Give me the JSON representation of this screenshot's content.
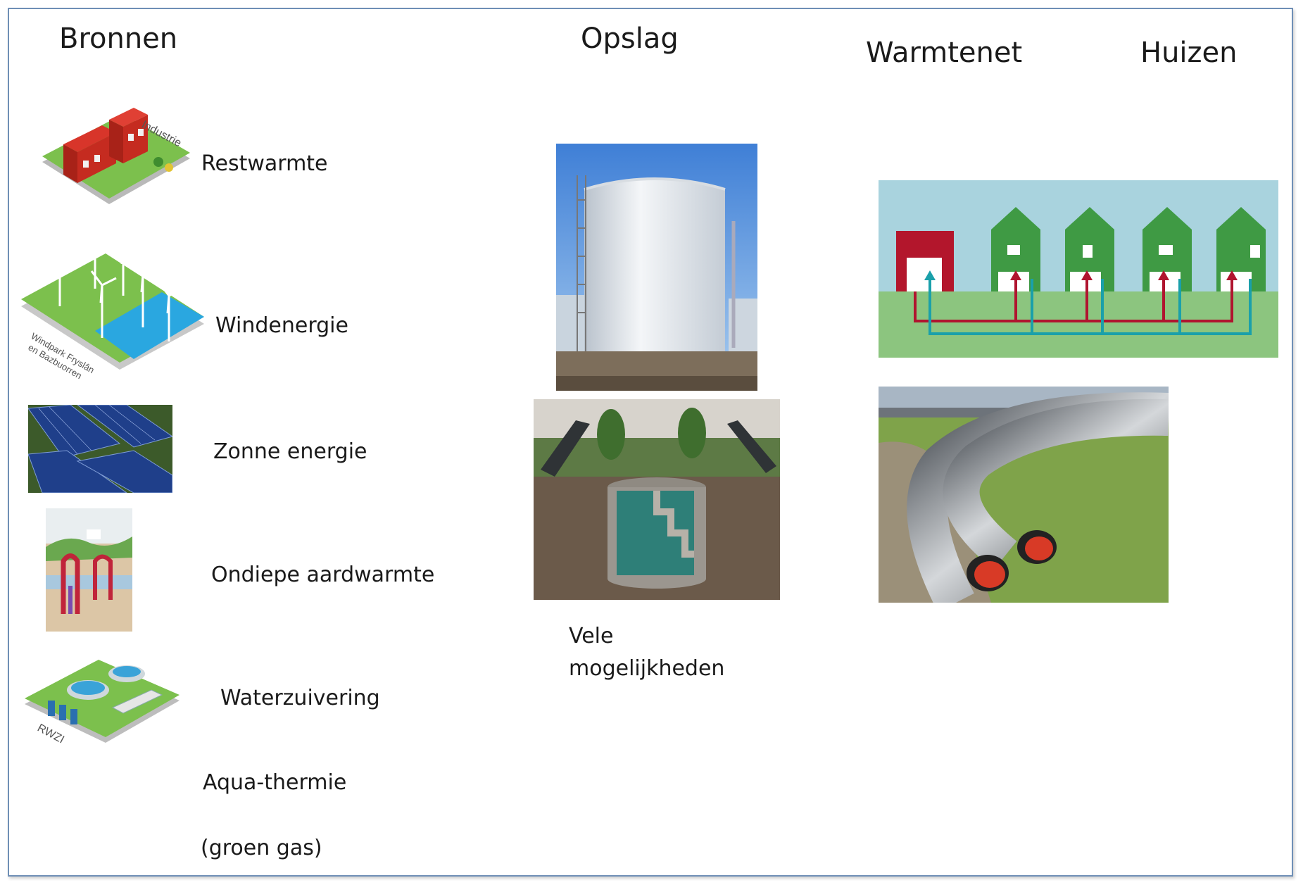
{
  "headers": {
    "sources": "Bronnen",
    "storage": "Opslag",
    "network": "Warmtenet",
    "houses": "Huizen"
  },
  "sources": {
    "waste_heat": "Restwarmte",
    "wind": "Windenergie",
    "solar": "Zonne energie",
    "shallow_geo": "Ondiepe aardwarmte",
    "water_treatment": "Waterzuivering",
    "aquathermal": "Aqua-thermie",
    "green_gas": "(groen gas)"
  },
  "image_text": {
    "industry_tag": "Industrie",
    "windpark_tag_1": "Windpark Fryslân",
    "windpark_tag_2": "en Bazbuorren",
    "rwzi_tag": "RWZI"
  },
  "storage": {
    "note_line1": "Vele",
    "note_line2": "mogelijkheden"
  },
  "colors": {
    "frame": "#6f8fb6",
    "supply_pipe": "#b0142f",
    "return_pipe": "#1aa0aa",
    "house_green": "#3f9a44",
    "plant_red": "#b3162c"
  }
}
